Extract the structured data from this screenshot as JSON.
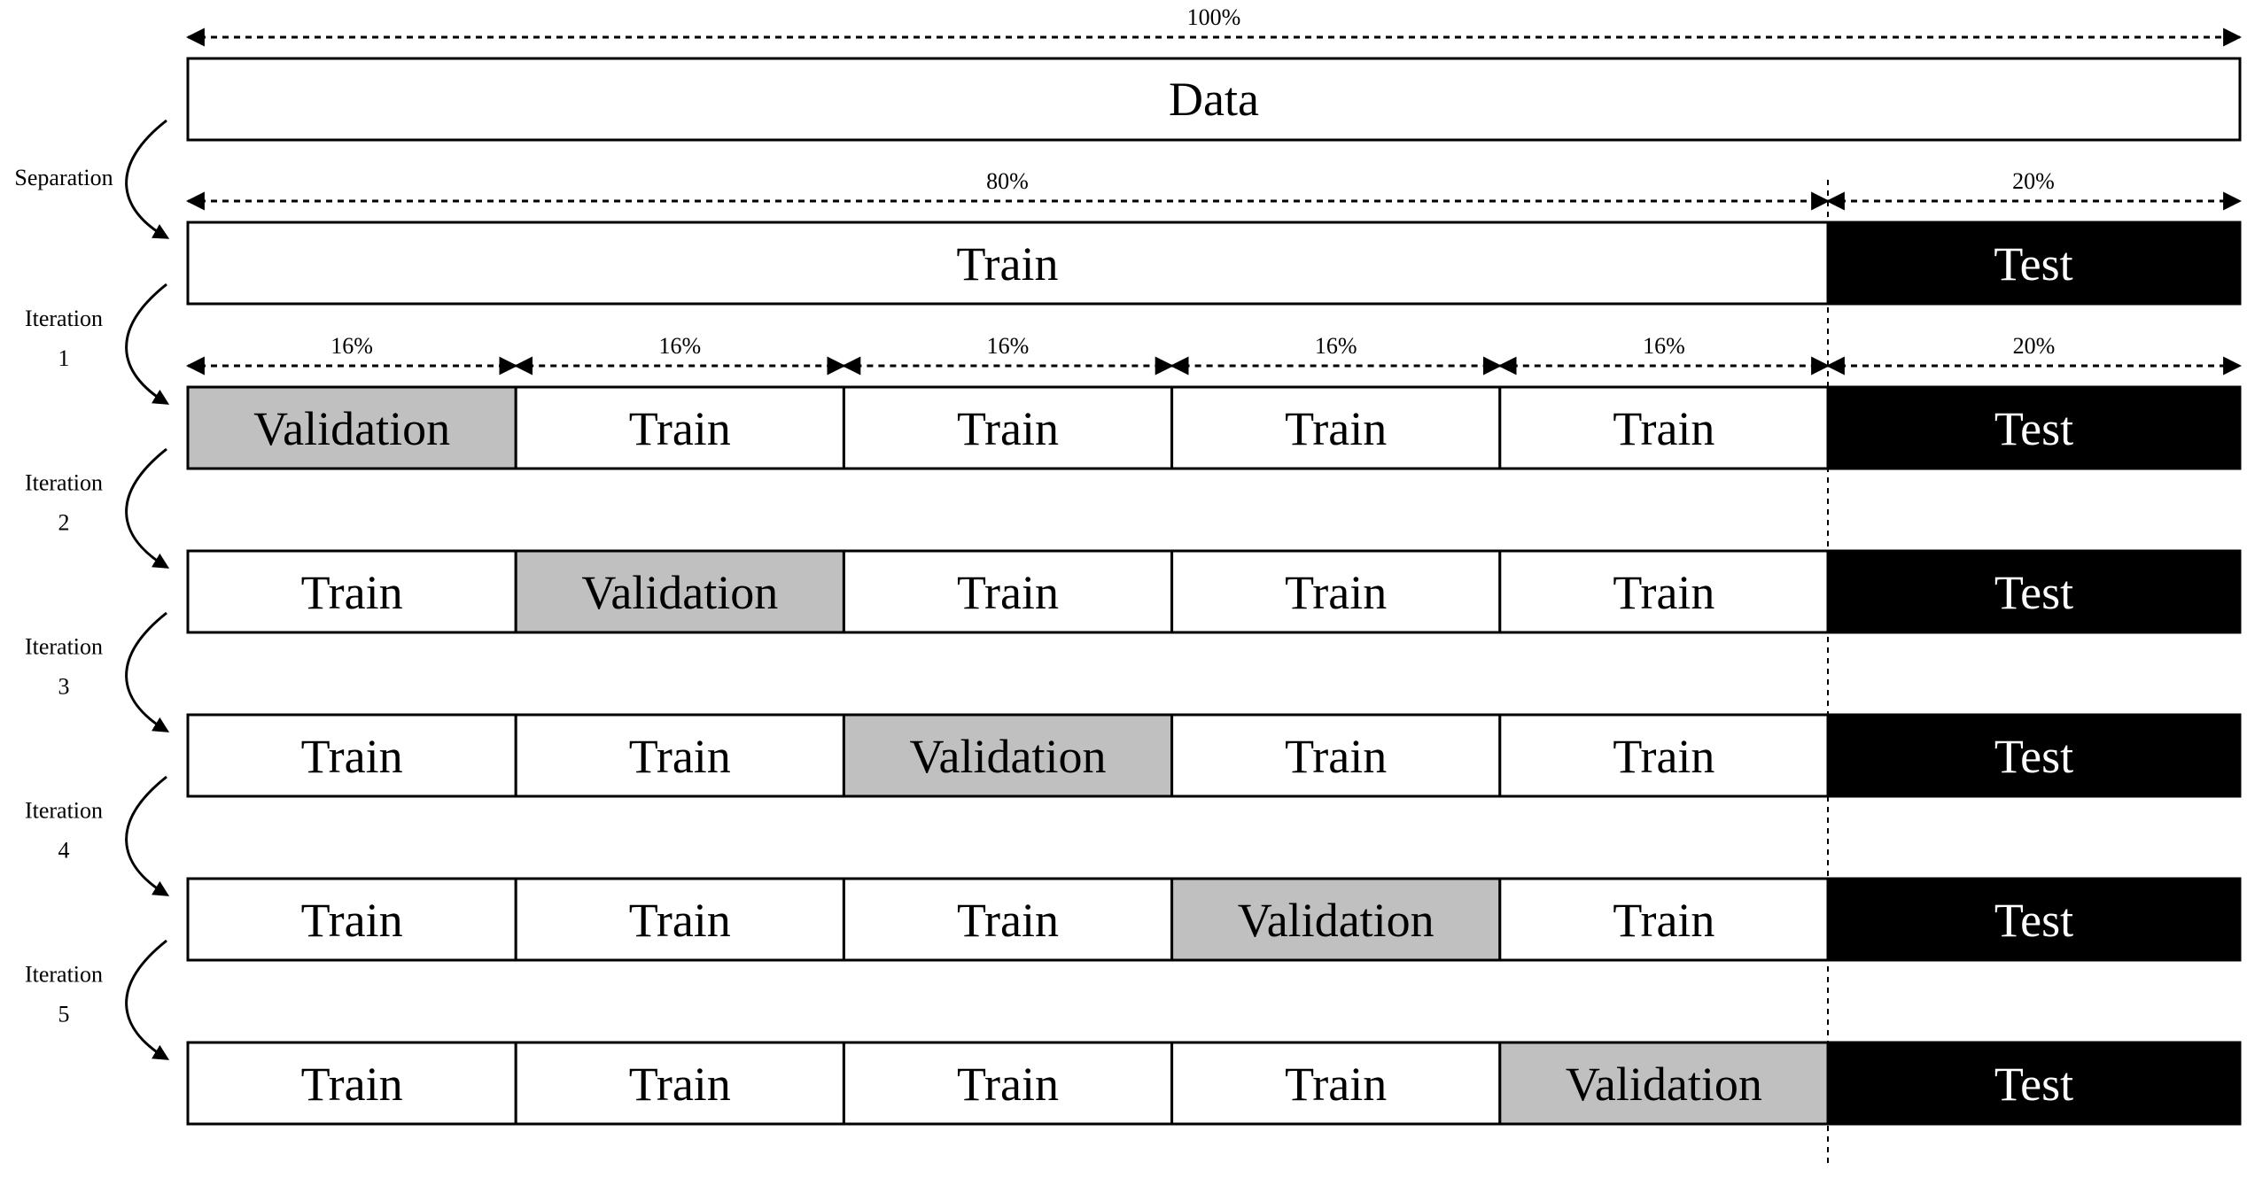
{
  "colors": {
    "train": "#ffffff",
    "validation": "#c0c0c0",
    "test": "#000000",
    "stroke": "#000000",
    "text_dark": "#000000",
    "text_light": "#ffffff"
  },
  "percent_labels": {
    "total": "100%",
    "train": "80%",
    "test": "20%",
    "fold": "16%"
  },
  "bars": {
    "data": "Data",
    "train": "Train",
    "test": "Test",
    "validation": "Validation"
  },
  "side_labels": {
    "separation": "Separation",
    "iteration_word": "Iteration",
    "iteration_numbers": [
      "1",
      "2",
      "3",
      "4",
      "5"
    ]
  },
  "folds": {
    "count": 5,
    "validation_index_per_iteration": [
      0,
      1,
      2,
      3,
      4
    ]
  }
}
